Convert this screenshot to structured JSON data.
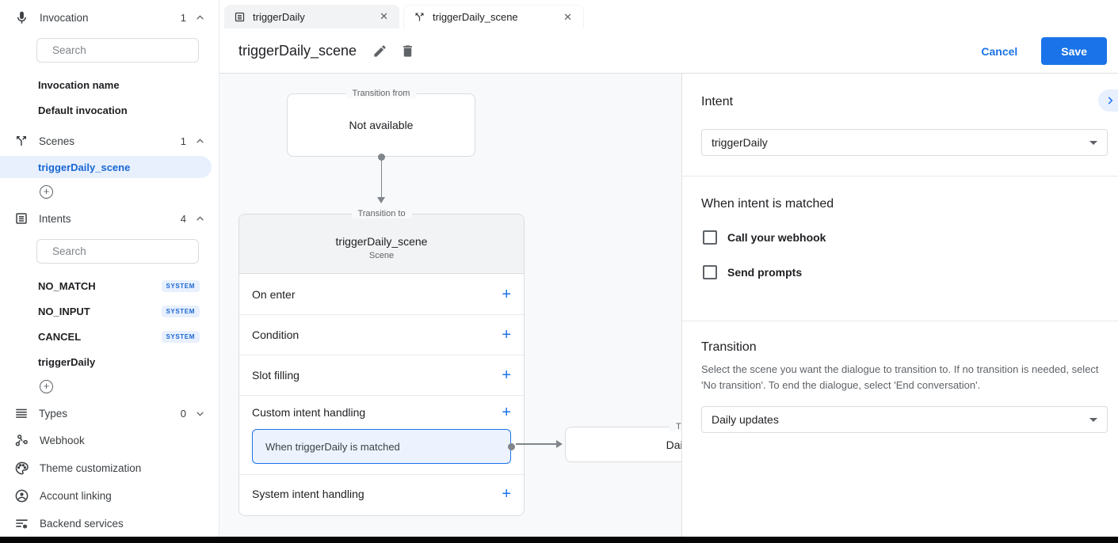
{
  "colors": {
    "accent": "#1a73e8",
    "selection_bg": "#e8f0fe",
    "selection_text": "#1967d2"
  },
  "icons": {
    "plus": "+",
    "close": "✕"
  },
  "sidebar": {
    "invocation": {
      "label": "Invocation",
      "count": "1",
      "search_placeholder": "Search",
      "items": [
        {
          "label": "Invocation name"
        },
        {
          "label": "Default invocation"
        }
      ]
    },
    "scenes": {
      "label": "Scenes",
      "count": "1",
      "items": [
        {
          "label": "triggerDaily_scene",
          "selected": true
        }
      ]
    },
    "intents": {
      "label": "Intents",
      "count": "4",
      "search_placeholder": "Search",
      "items": [
        {
          "label": "NO_MATCH",
          "badge": "SYSTEM"
        },
        {
          "label": "NO_INPUT",
          "badge": "SYSTEM"
        },
        {
          "label": "CANCEL",
          "badge": "SYSTEM"
        },
        {
          "label": "triggerDaily"
        }
      ]
    },
    "types": {
      "label": "Types",
      "count": "0"
    },
    "links": [
      {
        "label": "Webhook"
      },
      {
        "label": "Theme customization"
      },
      {
        "label": "Account linking"
      },
      {
        "label": "Backend services"
      }
    ]
  },
  "tabs": [
    {
      "label": "triggerDaily",
      "active": false
    },
    {
      "label": "triggerDaily_scene",
      "active": true
    }
  ],
  "header": {
    "title": "triggerDaily_scene",
    "cancel_label": "Cancel",
    "save_label": "Save"
  },
  "canvas": {
    "transition_from": {
      "legend": "Transition from",
      "content": "Not available"
    },
    "scene_card": {
      "legend": "Transition to",
      "title": "triggerDaily_scene",
      "subtitle": "Scene",
      "rows": [
        {
          "label": "On enter"
        },
        {
          "label": "Condition"
        },
        {
          "label": "Slot filling"
        },
        {
          "label": "Custom intent handling"
        },
        {
          "label": "System intent handling"
        }
      ],
      "matched_item": "When triggerDaily is matched"
    },
    "target_card": {
      "legend": "Transition to",
      "content": "Daily updates"
    }
  },
  "panel": {
    "intent_heading": "Intent",
    "intent_value": "triggerDaily",
    "matched_heading": "When intent is matched",
    "checkboxes": [
      {
        "label": "Call your webhook",
        "checked": false
      },
      {
        "label": "Send prompts",
        "checked": false
      }
    ],
    "transition_heading": "Transition",
    "transition_description": "Select the scene you want the dialogue to transition to. If no transition is needed, select 'No transition'. To end the dialogue, select 'End conversation'.",
    "transition_value": "Daily updates"
  }
}
